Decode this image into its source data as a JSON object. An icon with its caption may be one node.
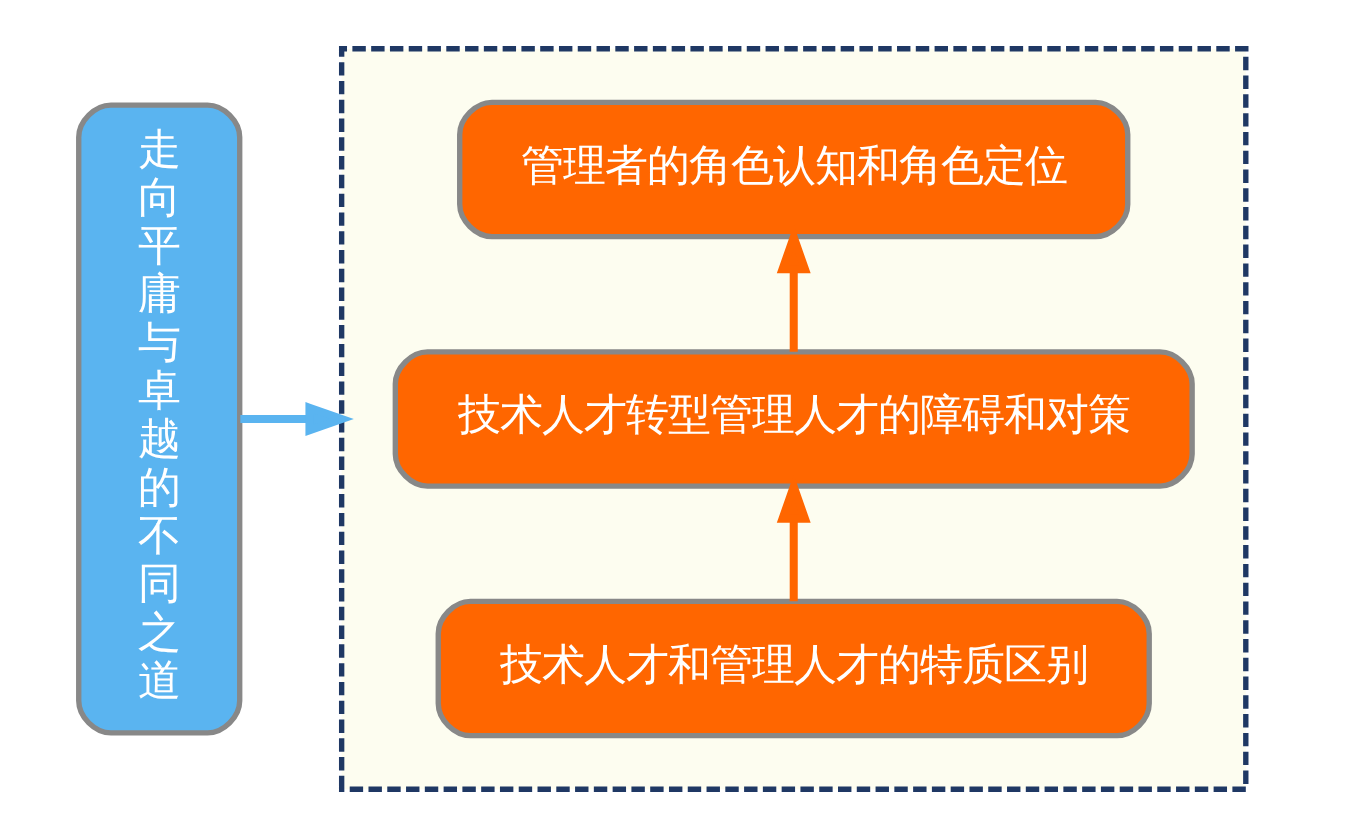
{
  "diagram": {
    "nodes": [
      {
        "text": [
          "走向平庸与卓越的不同之道"
        ]
      },
      {
        "text": [],
        "shape": "box"
      },
      {
        "text": [
          "管理者的角色认知和角色定位"
        ],
        "in": 1
      },
      {
        "text": [
          "技术人才转型管理人才的障碍和对策"
        ],
        "in": 1
      },
      {
        "text": [
          "技术人才和管理人才的特质区别"
        ],
        "in": 1
      }
    ],
    "edges": [
      {
        "from": 0,
        "to": 1,
        "arrow": "to",
        "color": "#5ab4f0"
      },
      {
        "from": 4,
        "to": 3,
        "arrow": "to"
      },
      {
        "from": 3,
        "to": 2,
        "arrow": "to"
      }
    ]
  }
}
